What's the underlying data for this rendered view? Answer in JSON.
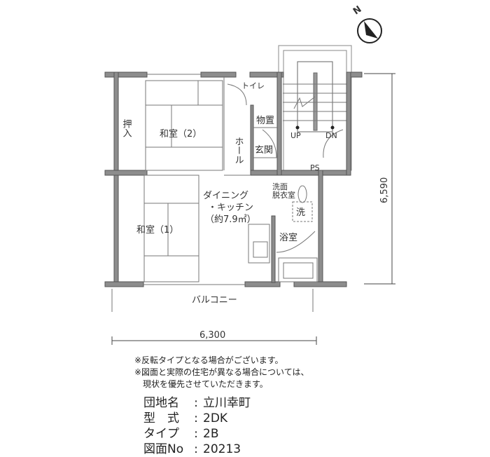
{
  "plan": {
    "rooms": {
      "oshiire": "押入",
      "washitsu2": "和室（2）",
      "toilet": "トイレ",
      "storage": "物置",
      "entrance": "玄関",
      "hall": "ホール",
      "up": "UP",
      "dn": "DN",
      "ps": "PS",
      "dining_line1": "ダイニング",
      "dining_line2": "・キッチン",
      "dining_area": "（約7.9㎡）",
      "washroom_line1": "洗面",
      "washroom_line2": "脱衣室",
      "washer": "洗",
      "bath": "浴室",
      "washitsu1": "和室（1）",
      "balcony": "バルコニー"
    },
    "dimensions": {
      "width": "6,300",
      "depth": "6,590"
    },
    "compass": "N"
  },
  "notes": [
    "※反転タイプとなる場合がございます。",
    "※図面と実際の住宅が異なる場合については、",
    "　現状を優先させていただきます。"
  ],
  "info": [
    {
      "key": "団地名",
      "value": "立川幸町"
    },
    {
      "key": "型　式",
      "value": "2DK"
    },
    {
      "key": "タイプ",
      "value": "2B"
    },
    {
      "key": "図面No",
      "value": "20213"
    }
  ]
}
